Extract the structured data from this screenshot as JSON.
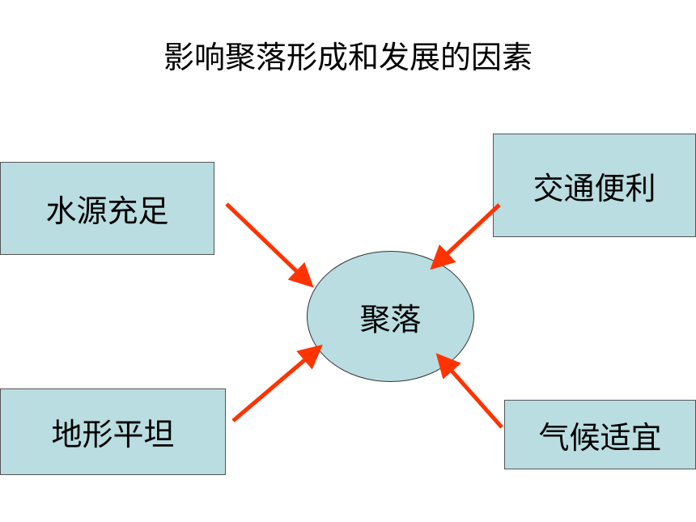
{
  "title": "影响聚落形成和发展的因素",
  "center": {
    "label": "聚落"
  },
  "factors": {
    "water": "水源充足",
    "transport": "交通便利",
    "terrain": "地形平坦",
    "climate": "气候适宜"
  },
  "colors": {
    "box_fill": "#b9dde0",
    "arrow": "#ff3300"
  }
}
